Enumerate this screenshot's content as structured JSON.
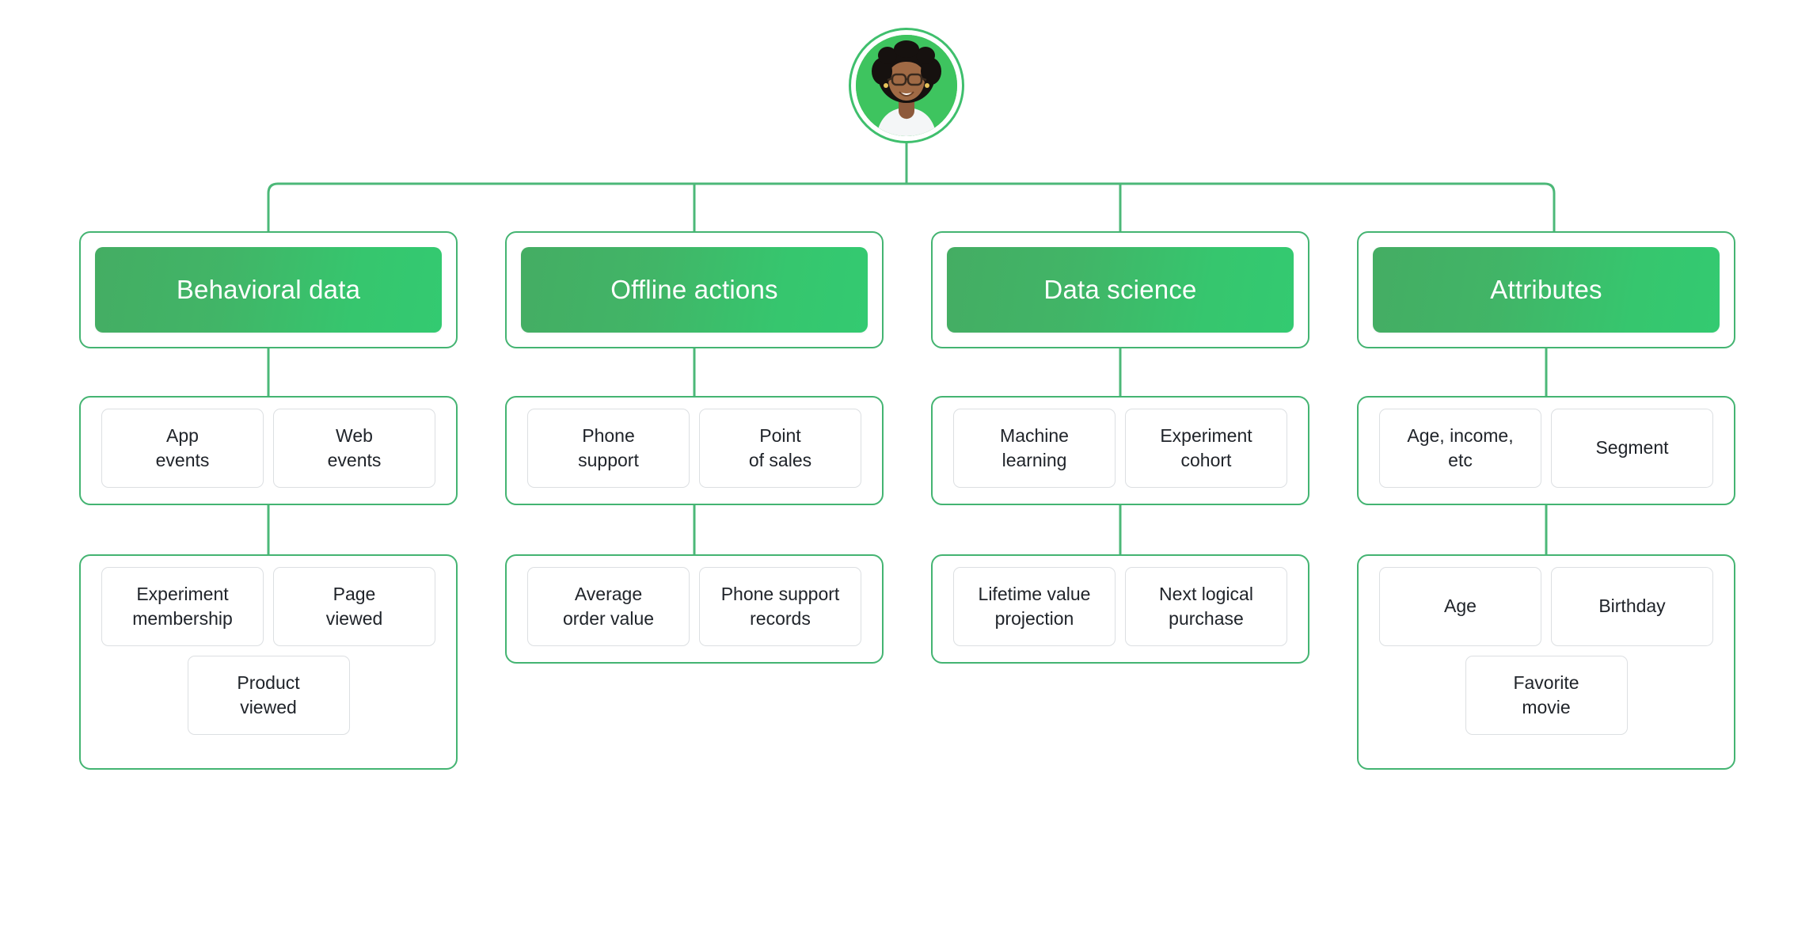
{
  "diagram": {
    "root": {
      "name": "customer-avatar",
      "icon": "user-avatar-photo",
      "alt": "Customer profile photo"
    },
    "accent_colors": {
      "card_border_green": "#44b472",
      "connector_green": "#4cb878",
      "header_gradient_from": "#44ad63",
      "header_gradient_to": "#33ca71",
      "leaf_border_gray": "#dcdfe2",
      "text_dark": "#20242a",
      "header_text": "#ffffff",
      "background": "#ffffff"
    },
    "columns": [
      {
        "id": "behavioral-data",
        "title": "Behavioral data",
        "rows": [
          {
            "id": "behavioral-row-1",
            "items": [
              {
                "label": "App\nevents"
              },
              {
                "label": "Web\nevents"
              }
            ]
          },
          {
            "id": "behavioral-row-2",
            "items": [
              {
                "label": "Experiment\nmembership"
              },
              {
                "label": "Page\nviewed"
              },
              {
                "label": "Product\nviewed"
              }
            ]
          }
        ]
      },
      {
        "id": "offline-actions",
        "title": "Offline actions",
        "rows": [
          {
            "id": "offline-row-1",
            "items": [
              {
                "label": "Phone\nsupport"
              },
              {
                "label": "Point\nof sales"
              }
            ]
          },
          {
            "id": "offline-row-2",
            "items": [
              {
                "label": "Average\norder value"
              },
              {
                "label": "Phone support\nrecords"
              }
            ]
          }
        ]
      },
      {
        "id": "data-science",
        "title": "Data science",
        "rows": [
          {
            "id": "data-science-row-1",
            "items": [
              {
                "label": "Machine\nlearning"
              },
              {
                "label": "Experiment\ncohort"
              }
            ]
          },
          {
            "id": "data-science-row-2",
            "items": [
              {
                "label": "Lifetime value\nprojection"
              },
              {
                "label": "Next logical\npurchase"
              }
            ]
          }
        ]
      },
      {
        "id": "attributes",
        "title": "Attributes",
        "rows": [
          {
            "id": "attributes-row-1",
            "items": [
              {
                "label": "Age, income,\netc"
              },
              {
                "label": "Segment"
              }
            ]
          },
          {
            "id": "attributes-row-2",
            "items": [
              {
                "label": "Age"
              },
              {
                "label": "Birthday"
              },
              {
                "label": "Favorite\nmovie"
              }
            ]
          }
        ]
      }
    ]
  }
}
